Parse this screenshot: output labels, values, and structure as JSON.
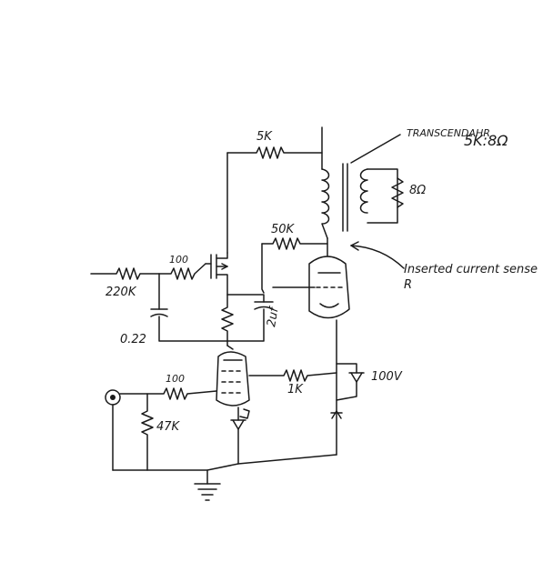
{
  "labels": {
    "r_plate": "5K",
    "transformer": "TRANSCENDAHR",
    "transformer_ratio": "5K:8Ω",
    "speaker": "8Ω",
    "r_feedback": "50K",
    "r_gate": "100",
    "r_input_series": "220K",
    "cap_input": "0.22",
    "cap_bypass": "2uf",
    "r_grid": "100",
    "r_grid_leak": "47K",
    "r_coupling": "1K",
    "zener": "100V",
    "note": "Inserted current sense R"
  }
}
